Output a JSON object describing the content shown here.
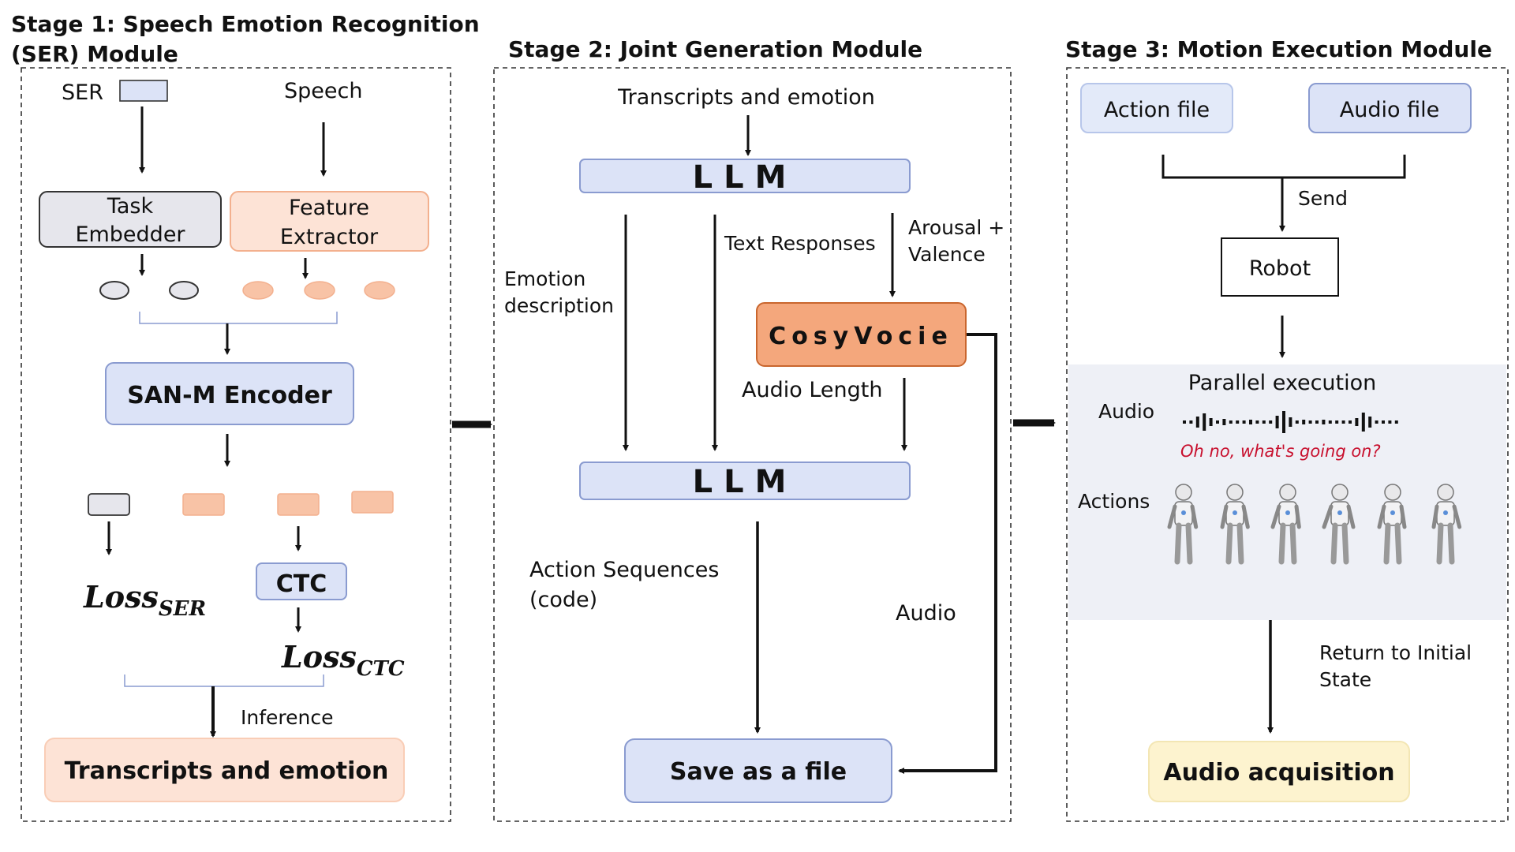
{
  "stage1": {
    "title_line1": "Stage 1: Speech Emotion Recognition",
    "title_line2": "(SER) Module",
    "ser_label": "SER",
    "speech_label": "Speech",
    "task_embedder_line1": "Task",
    "task_embedder_line2": "Embedder",
    "feature_extractor_line1": "Feature",
    "feature_extractor_line2": "Extractor",
    "encoder": "SAN-M Encoder",
    "ctc": "CTC",
    "loss_ser_main": "Loss",
    "loss_ser_sub": "SER",
    "loss_ctc_main": "Loss",
    "loss_ctc_sub": "CTC",
    "inference": "Inference",
    "output": "Transcripts and emotion"
  },
  "stage2": {
    "title": "Stage 2: Joint Generation Module",
    "input": "Transcripts and emotion",
    "llm_top": "LLM",
    "llm_bottom": "LLM",
    "emotion_desc_line1": "Emotion",
    "emotion_desc_line2": "description",
    "text_responses": "Text Responses",
    "arousal_line1": "Arousal +",
    "arousal_line2": "Valence",
    "cosyvoice": "CosyVocie",
    "audio_length": "Audio Length",
    "action_seq_line1": "Action Sequences",
    "action_seq_line2": "(code)",
    "audio": "Audio",
    "save": "Save as a file"
  },
  "stage3": {
    "title": "Stage 3: Motion Execution Module",
    "action_file": "Action file",
    "audio_file": "Audio file",
    "send": "Send",
    "robot": "Robot",
    "parallel": "Parallel execution",
    "audio_label": "Audio",
    "caption": "Oh no, what's going on?",
    "actions_label": "Actions",
    "return_line1": "Return to Initial",
    "return_line2": "State",
    "acquisition": "Audio acquisition"
  },
  "colors": {
    "blue_box": "#dce3f7",
    "blue_border": "#8a9bd0",
    "orange_box": "#fde3d6",
    "orange_border": "#f3b08e",
    "cosy_fill": "#f4a77c",
    "cosy_border": "#c9662e",
    "gray_box": "#e6e6ec",
    "yellow_box": "#fdf3cf",
    "panel_bg": "#eef0f6"
  }
}
